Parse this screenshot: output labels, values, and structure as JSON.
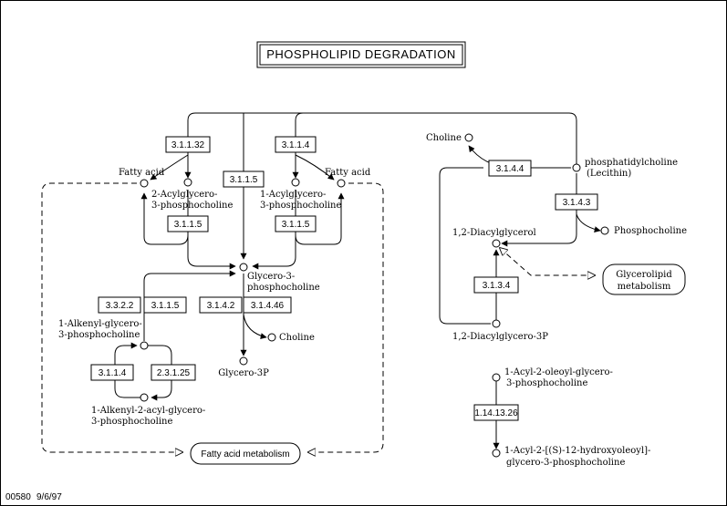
{
  "title": "PHOSPHOLIPID DEGRADATION",
  "footer": {
    "map_id": "00580",
    "date": "9/6/97"
  },
  "compounds": {
    "fatty_acid_left": "Fatty acid",
    "fatty_acid_right": "Fatty acid",
    "acyl2_l1": "2-Acylglycero-",
    "acyl2_l2": "3-phosphocholine",
    "acyl1_l1": "1-Acylglycero-",
    "acyl1_l2": "3-phosphocholine",
    "glycero3pc_l1": "Glycero-3-",
    "glycero3pc_l2": "phosphocholine",
    "alkenyl_l1": "1-Alkenyl-glycero-",
    "alkenyl_l2": "3-phosphocholine",
    "alkenylacyl_l1": "1-Alkenyl-2-acyl-glycero-",
    "alkenylacyl_l2": "3-phosphocholine",
    "choline_mid": "Choline",
    "glycero3p": "Glycero-3P",
    "choline_right": "Choline",
    "pc_l1": "phosphatidylcholine",
    "pc_l2": "(Lecithin)",
    "diacylglycerol": "1,2-Diacylglycerol",
    "phosphocholine": "Phosphocholine",
    "diacylglycero3p": "1,2-Diacylglycero-3P",
    "oleoyl_l1": "1-Acyl-2-oleoyl-glycero-",
    "oleoyl_l2": "3-phosphocholine",
    "hydroxy_l1": "1-Acyl-2-[(S)-12-hydroxyoleoyl]-",
    "hydroxy_l2": "glycero-3-phosphocholine"
  },
  "enzymes": {
    "e_31132": "3.1.1.32",
    "e_3114_top": "3.1.1.4",
    "e_3115_top": "3.1.1.5",
    "e_3115_left": "3.1.1.5",
    "e_3115_right": "3.1.1.5",
    "e_3322": "3.3.2.2",
    "e_3115_low": "3.1.1.5",
    "e_3142": "3.1.4.2",
    "e_31446": "3.1.4.46",
    "e_3114_low": "3.1.1.4",
    "e_23125": "2.3.1.25",
    "e_3144": "3.1.4.4",
    "e_3143": "3.1.4.3",
    "e_3134": "3.1.3.4",
    "e_1141326": "1.14.13.26"
  },
  "maps": {
    "fatty_acid_metabolism": "Fatty acid metabolism",
    "glycerolipid_l1": "Glycerolipid",
    "glycerolipid_l2": "metabolism"
  }
}
